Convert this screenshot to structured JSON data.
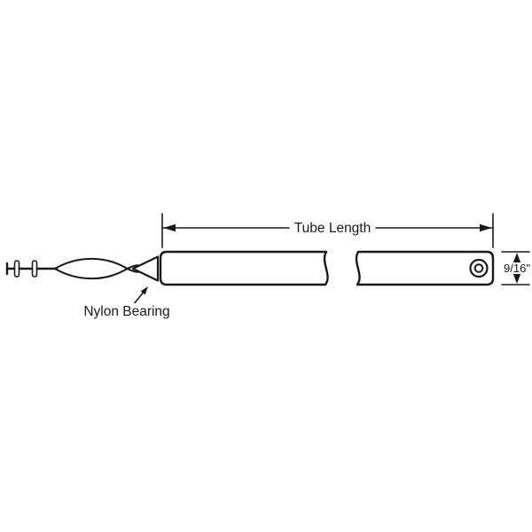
{
  "diagram": {
    "labels": {
      "tube_length": "Tube Length",
      "diameter": "9/16\"",
      "nylon_bearing": "Nylon Bearing"
    },
    "colors": {
      "line": "#1a1a1a",
      "background": "#ffffff"
    }
  }
}
